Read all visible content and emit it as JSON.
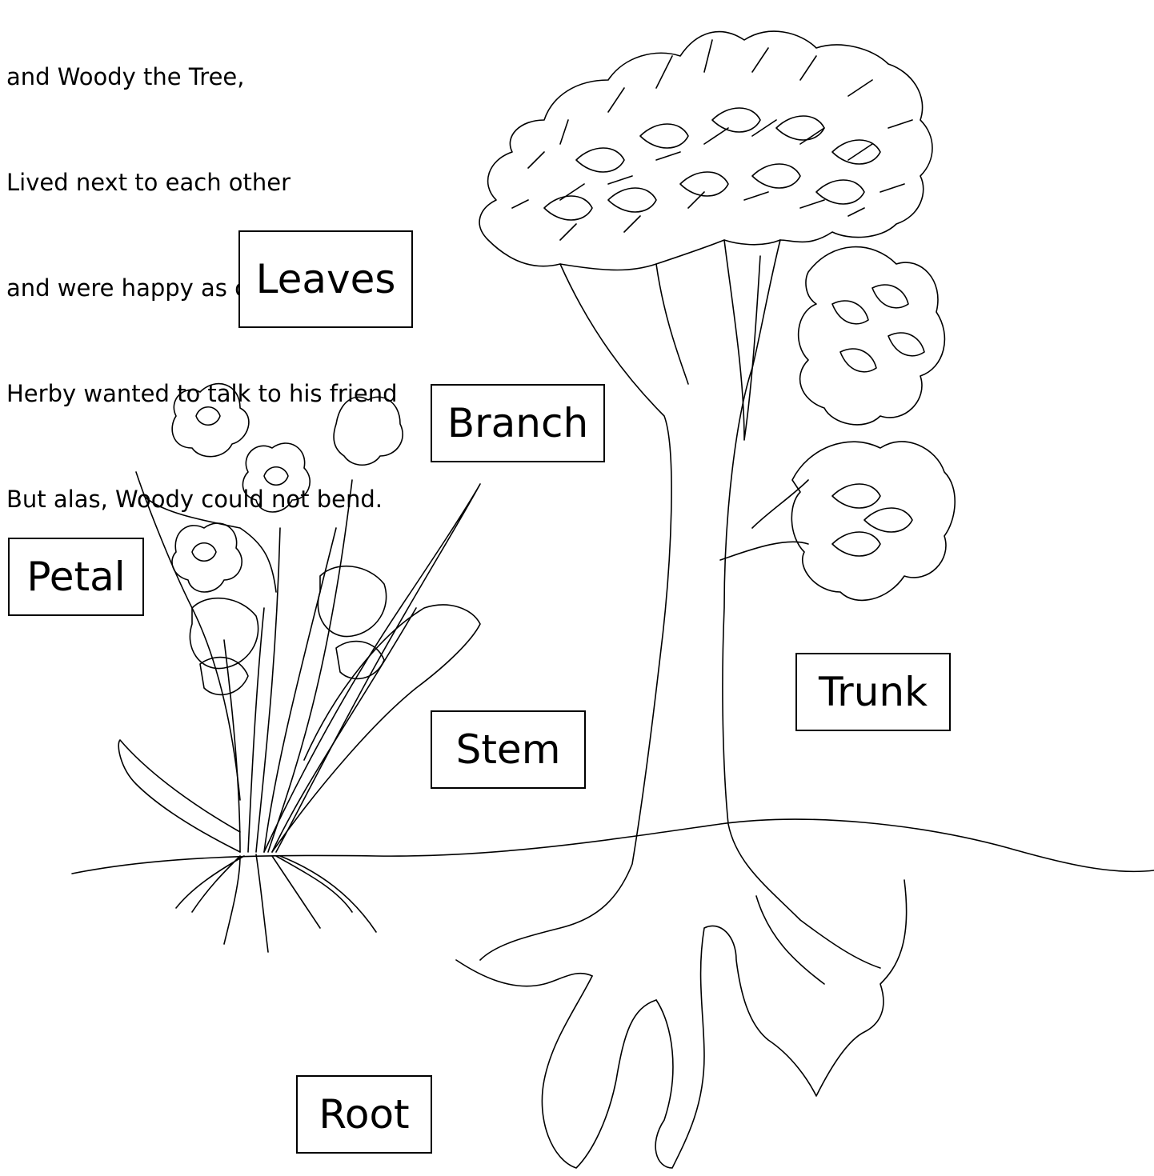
{
  "poem": {
    "lines": [
      "and Woody the Tree,",
      "Lived next to each other",
      "and were happy as can be.",
      "Herby wanted to talk to his friend",
      "But alas, Woody could not bend."
    ]
  },
  "labels": {
    "leaves": "Leaves",
    "branch": "Branch",
    "petal": "Petal",
    "stem": "Stem",
    "trunk": "Trunk",
    "root": "Root"
  },
  "colors": {
    "line": "#000000",
    "background": "#ffffff"
  }
}
